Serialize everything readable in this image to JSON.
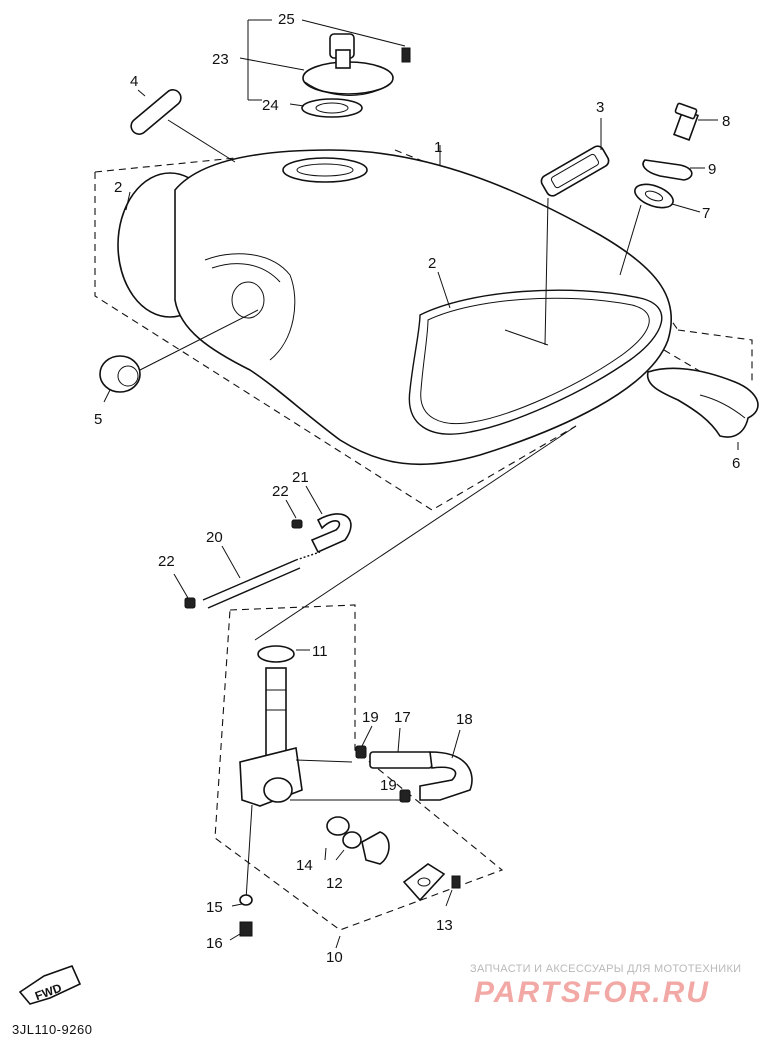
{
  "diagram": {
    "callouts": [
      {
        "id": "c25",
        "text": "25"
      },
      {
        "id": "c23",
        "text": "23"
      },
      {
        "id": "c24",
        "text": "24"
      },
      {
        "id": "c4",
        "text": "4"
      },
      {
        "id": "c3",
        "text": "3"
      },
      {
        "id": "c8",
        "text": "8"
      },
      {
        "id": "c9",
        "text": "9"
      },
      {
        "id": "c7",
        "text": "7"
      },
      {
        "id": "c2a",
        "text": "2"
      },
      {
        "id": "c2b",
        "text": "2"
      },
      {
        "id": "c1",
        "text": "1"
      },
      {
        "id": "c5",
        "text": "5"
      },
      {
        "id": "c6",
        "text": "6"
      },
      {
        "id": "c21",
        "text": "21"
      },
      {
        "id": "c22a",
        "text": "22"
      },
      {
        "id": "c20",
        "text": "20"
      },
      {
        "id": "c22b",
        "text": "22"
      },
      {
        "id": "c11",
        "text": "11"
      },
      {
        "id": "c19a",
        "text": "19"
      },
      {
        "id": "c17",
        "text": "17"
      },
      {
        "id": "c18",
        "text": "18"
      },
      {
        "id": "c19b",
        "text": "19"
      },
      {
        "id": "c14",
        "text": "14"
      },
      {
        "id": "c12",
        "text": "12"
      },
      {
        "id": "c15",
        "text": "15"
      },
      {
        "id": "c13",
        "text": "13"
      },
      {
        "id": "c16",
        "text": "16"
      },
      {
        "id": "c10",
        "text": "10"
      }
    ],
    "direction_arrow_label": "FWD",
    "code": "3JL110-9260"
  },
  "watermark": {
    "caption": "ЗАПЧАСТИ И АКСЕССУАРЫ ДЛЯ МОТОТЕХНИКИ",
    "logo": "PARTSFOR.RU"
  }
}
